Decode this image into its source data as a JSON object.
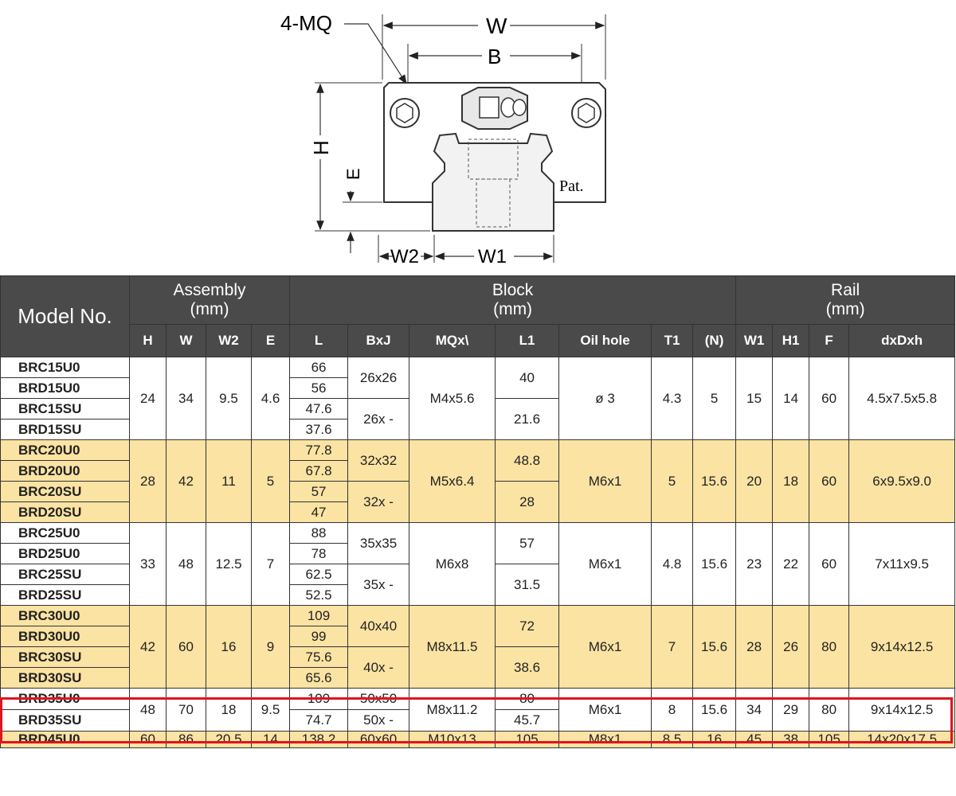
{
  "diagram": {
    "labels": {
      "mq": "4-MQ",
      "w": "W",
      "b": "B",
      "h": "H",
      "e": "E",
      "w2": "W2",
      "w1": "W1",
      "pat": "Pat."
    }
  },
  "table": {
    "model_header": "Model No.",
    "groups": {
      "assembly": {
        "name": "Assembly",
        "unit": "(mm)"
      },
      "block": {
        "name": "Block",
        "unit": "(mm)"
      },
      "rail": {
        "name": "Rail",
        "unit": "(mm)"
      }
    },
    "subheaders": {
      "H": "H",
      "W": "W",
      "W2": "W2",
      "E": "E",
      "L": "L",
      "BxJ": "BxJ",
      "MQxl": "MQx\\",
      "L1": "L1",
      "oil": "Oil hole",
      "T1": "T1",
      "N": "(N)",
      "W1": "W1",
      "H1": "H1",
      "F": "F",
      "dxDxh": "dxDxh"
    },
    "groups_rows": [
      {
        "models": [
          "BRC15U0",
          "BRD15U0",
          "BRC15SU",
          "BRD15SU"
        ],
        "H": "24",
        "W": "34",
        "W2": "9.5",
        "E": "4.6",
        "L": [
          "66",
          "56",
          "47.6",
          "37.6"
        ],
        "BxJ": [
          "26x26",
          "26x -"
        ],
        "MQ": "M4x5.6",
        "L1": [
          "40",
          "21.6"
        ],
        "oil": "ø 3",
        "T1": "4.3",
        "N": "5",
        "W1": "15",
        "H1": "14",
        "F": "60",
        "dxDxh": "4.5x7.5x5.8"
      },
      {
        "models": [
          "BRC20U0",
          "BRD20U0",
          "BRC20SU",
          "BRD20SU"
        ],
        "H": "28",
        "W": "42",
        "W2": "11",
        "E": "5",
        "L": [
          "77.8",
          "67.8",
          "57",
          "47"
        ],
        "BxJ": [
          "32x32",
          "32x -"
        ],
        "MQ": "M5x6.4",
        "L1": [
          "48.8",
          "28"
        ],
        "oil": "M6x1",
        "T1": "5",
        "N": "15.6",
        "W1": "20",
        "H1": "18",
        "F": "60",
        "dxDxh": "6x9.5x9.0"
      },
      {
        "models": [
          "BRC25U0",
          "BRD25U0",
          "BRC25SU",
          "BRD25SU"
        ],
        "H": "33",
        "W": "48",
        "W2": "12.5",
        "E": "7",
        "L": [
          "88",
          "78",
          "62.5",
          "52.5"
        ],
        "BxJ": [
          "35x35",
          "35x -"
        ],
        "MQ": "M6x8",
        "L1": [
          "57",
          "31.5"
        ],
        "oil": "M6x1",
        "T1": "4.8",
        "N": "15.6",
        "W1": "23",
        "H1": "22",
        "F": "60",
        "dxDxh": "7x11x9.5"
      },
      {
        "models": [
          "BRC30U0",
          "BRD30U0",
          "BRC30SU",
          "BRD30SU"
        ],
        "H": "42",
        "W": "60",
        "W2": "16",
        "E": "9",
        "L": [
          "109",
          "99",
          "75.6",
          "65.6"
        ],
        "BxJ": [
          "40x40",
          "40x -"
        ],
        "MQ": "M8x11.5",
        "L1": [
          "72",
          "38.6"
        ],
        "oil": "M6x1",
        "T1": "7",
        "N": "15.6",
        "W1": "28",
        "H1": "26",
        "F": "80",
        "dxDxh": "9x14x12.5"
      }
    ],
    "row35": {
      "models": [
        "BRD35U0",
        "BRD35SU"
      ],
      "H": "48",
      "W": "70",
      "W2": "18",
      "E": "9.5",
      "L": [
        "109",
        "74.7"
      ],
      "BxJ": [
        "50x50",
        "50x -"
      ],
      "MQ": "M8x11.2",
      "L1": [
        "80",
        "45.7"
      ],
      "oil": "M6x1",
      "T1": "8",
      "N": "15.6",
      "W1": "34",
      "H1": "29",
      "F": "80",
      "dxDxh": "9x14x12.5"
    },
    "row45": {
      "model": "BRD45U0",
      "H": "60",
      "W": "86",
      "W2": "20.5",
      "E": "14",
      "L": "138.2",
      "BxJ": "60x60",
      "MQ": "M10x13",
      "L1": "105",
      "oil": "M8x1",
      "T1": "8.5",
      "N": "16",
      "W1": "45",
      "H1": "38",
      "F": "105",
      "dxDxh": "14x20x17.5"
    },
    "colors": {
      "header": "#4a4a4a",
      "shade": "#fbe3a3",
      "highlight": "#e0141e"
    }
  }
}
